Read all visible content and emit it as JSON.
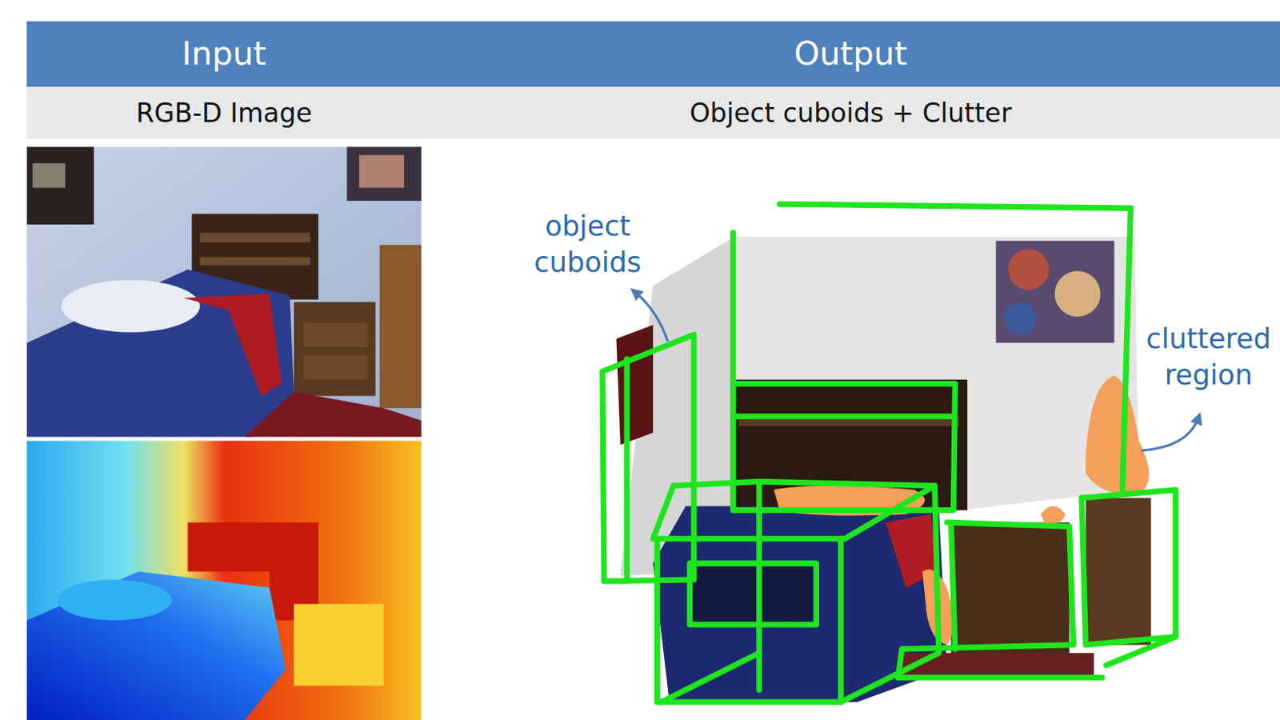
{
  "diagram": {
    "nodes": [
      {
        "text": [
          "Input"
        ]
      },
      {
        "text": [
          "Output"
        ]
      },
      {
        "text": [
          "RGB-D Image"
        ]
      },
      {
        "text": [
          "Object cuboids + Clutter"
        ]
      }
    ],
    "labels": [
      "object cuboids",
      "cluttered region"
    ]
  }
}
